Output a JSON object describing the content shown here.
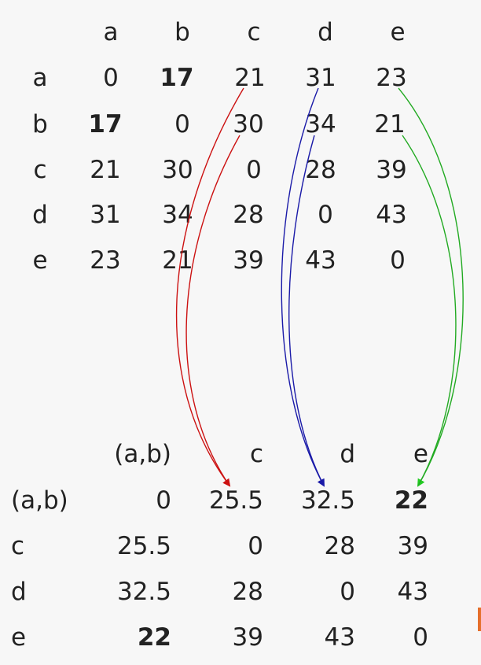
{
  "matrix1": {
    "columns": [
      "a",
      "b",
      "c",
      "d",
      "e"
    ],
    "rows": [
      {
        "label": "a",
        "values": [
          "0",
          "17",
          "21",
          "31",
          "23"
        ],
        "bold": [
          false,
          true,
          false,
          false,
          false
        ]
      },
      {
        "label": "b",
        "values": [
          "17",
          "0",
          "30",
          "34",
          "21"
        ],
        "bold": [
          true,
          false,
          false,
          false,
          false
        ]
      },
      {
        "label": "c",
        "values": [
          "21",
          "30",
          "0",
          "28",
          "39"
        ],
        "bold": [
          false,
          false,
          false,
          false,
          false
        ]
      },
      {
        "label": "d",
        "values": [
          "31",
          "34",
          "28",
          "0",
          "43"
        ],
        "bold": [
          false,
          false,
          false,
          false,
          false
        ]
      },
      {
        "label": "e",
        "values": [
          "23",
          "21",
          "39",
          "43",
          "0"
        ],
        "bold": [
          false,
          false,
          false,
          false,
          false
        ]
      }
    ]
  },
  "matrix2": {
    "columns": [
      "(a,b)",
      "c",
      "d",
      "e"
    ],
    "rows": [
      {
        "label": "(a,b)",
        "values": [
          "0",
          "25.5",
          "32.5",
          "22"
        ],
        "bold": [
          false,
          false,
          false,
          true
        ]
      },
      {
        "label": "c",
        "values": [
          "25.5",
          "0",
          "28",
          "39"
        ],
        "bold": [
          false,
          false,
          false,
          false
        ]
      },
      {
        "label": "d",
        "values": [
          "32.5",
          "28",
          "0",
          "43"
        ],
        "bold": [
          false,
          false,
          false,
          false
        ]
      },
      {
        "label": "e",
        "values": [
          "22",
          "39",
          "43",
          "0"
        ],
        "bold": [
          true,
          false,
          false,
          false
        ]
      }
    ]
  },
  "arrow_colors": {
    "c": "#cc1111",
    "d": "#1a1aa8",
    "e": "#22cc22"
  }
}
